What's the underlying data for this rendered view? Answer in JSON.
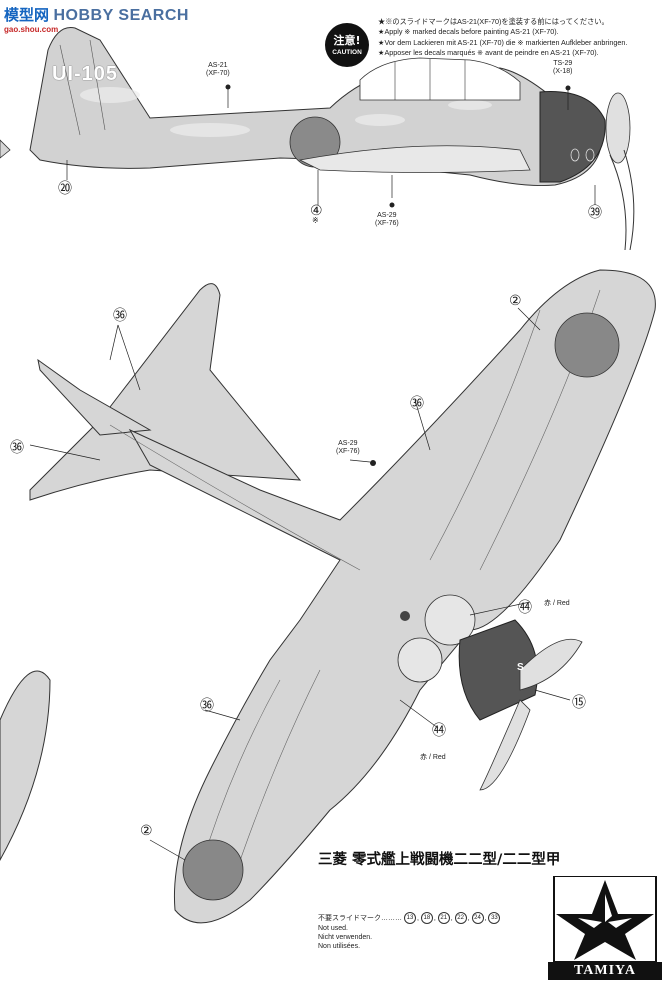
{
  "watermark": {
    "cn": "模型网",
    "en": "HOBBY SEARCH",
    "url": "gao.shou.com"
  },
  "caution": {
    "badge_jp": "注意!",
    "badge_en": "CAUTION",
    "lines": [
      "★※のスライドマークはAS-21(XF-70)を塗装する前にはってください。",
      "★Apply ※ marked decals before painting AS-21 (XF-70).",
      "★Vor dem Lackieren mit AS-21 (XF-70) die ※ markierten Aufkleber anbringen.",
      "★Apposer les decals marqués ※ avant de peindre en AS-21 (XF-70)."
    ]
  },
  "side_view": {
    "tail_code": "UI-105",
    "callouts": {
      "as21": "AS-21",
      "as21_sub": "(XF-70)",
      "ts29": "TS-29",
      "ts29_sub": "(X-18)",
      "as29": "AS-29",
      "as29_sub": "(XF-76)",
      "n20": "⑳",
      "n4": "④",
      "n4_mark": "※",
      "n39": "㊴"
    }
  },
  "top_view": {
    "callouts": {
      "n2_top": "②",
      "n2_bottom": "②",
      "n36_a": "㊱",
      "n36_b": "㊱",
      "n36_c": "㊱",
      "n36_d": "㊱",
      "as29": "AS-29",
      "as29_sub": "(XF-76)",
      "n44_a": "㊹",
      "n44_b": "㊹",
      "red_a": "赤 / Red",
      "red_b": "赤 / Red",
      "n15": "⑮",
      "cowl_s": "S"
    }
  },
  "title": "三菱 零式艦上戦闘機二二型/二二型甲",
  "unused": {
    "label_jp": "不要スライドマーク………",
    "numbers": [
      "13",
      "18",
      "21",
      "22",
      "24",
      "33"
    ],
    "en": "Not used.",
    "de": "Nicht verwenden.",
    "fr": "Non utilisées."
  },
  "brand": "TAMIYA"
}
